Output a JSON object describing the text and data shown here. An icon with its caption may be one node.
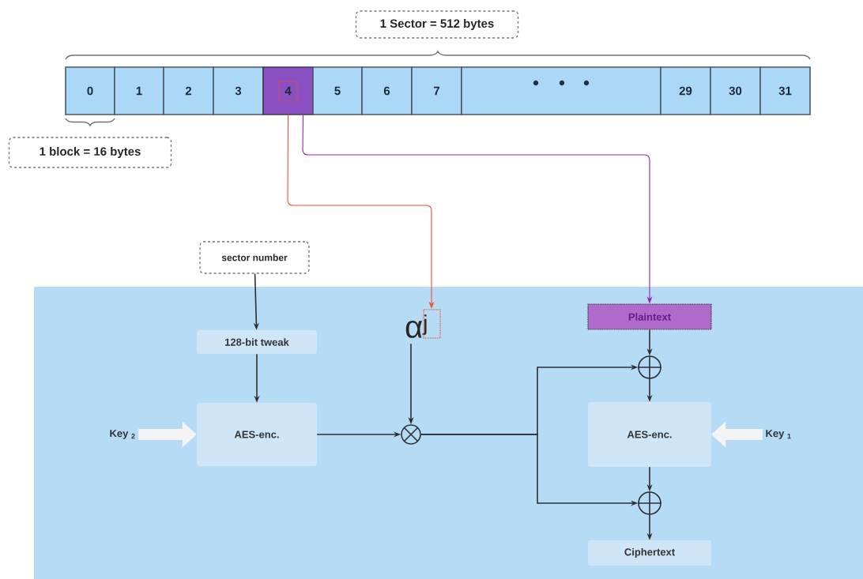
{
  "diagram": {
    "nodes": [
      {
        "text": [
          "1 Sector = 512 bytes"
        ]
      },
      {
        "text": [
          "1 block = 16 bytes"
        ]
      },
      {
        "text": [
          "0"
        ]
      },
      {
        "text": [
          "1"
        ]
      },
      {
        "text": [
          "2"
        ]
      },
      {
        "text": [
          "3"
        ]
      },
      {
        "text": [
          "4"
        ]
      },
      {
        "text": [
          "5"
        ]
      },
      {
        "text": [
          "6"
        ]
      },
      {
        "text": [
          "7"
        ]
      },
      {
        "text": [],
        "shape": "box"
      },
      {
        "text": [
          "29"
        ]
      },
      {
        "text": [
          "30"
        ]
      },
      {
        "text": [
          "31"
        ]
      },
      {
        "text": [],
        "shape": "box"
      },
      {
        "text": [
          "sector number"
        ]
      },
      {
        "text": [
          "128-bit tweak"
        ],
        "in": 14
      },
      {
        "text": [
          "AES-enc."
        ],
        "in": 14
      },
      {
        "text": [
          "Key $_{2}$"
        ],
        "in": 14
      },
      {
        "text": [
          "α$^{j}$"
        ],
        "in": 14
      },
      {
        "text": [],
        "shape": "circle",
        "in": 14
      },
      {
        "text": [
          "Plaintext"
        ],
        "in": 14
      },
      {
        "text": [],
        "shape": "circle",
        "in": 14
      },
      {
        "text": [
          "AES-enc."
        ],
        "in": 14
      },
      {
        "text": [
          "Key $_{1}$"
        ],
        "in": 14
      },
      {
        "text": [],
        "shape": "circle",
        "in": 14
      },
      {
        "text": [
          "Ciphertext"
        ],
        "in": 14
      }
    ],
    "edges": [
      {
        "from": 6,
        "to": 19,
        "arrow": "to",
        "color": "#f04e2a"
      },
      {
        "from": 6,
        "to": 21,
        "arrow": "to",
        "color": "#9b1fb5"
      },
      {
        "from": 15,
        "to": 16,
        "arrow": "to"
      },
      {
        "from": 16,
        "to": 17,
        "arrow": "to"
      },
      {
        "from": 18,
        "to": 17,
        "arrow": "to",
        "style": "thick",
        "color": "#f4f4f4"
      },
      {
        "from": 17,
        "to": 20,
        "arrow": "to"
      },
      {
        "from": 19,
        "to": 20,
        "arrow": "to"
      },
      {
        "from": 20,
        "to": 22,
        "arrow": "to"
      },
      {
        "from": 20,
        "to": 25,
        "arrow": "to"
      },
      {
        "from": 21,
        "to": 22,
        "arrow": "to"
      },
      {
        "from": 22,
        "to": 23,
        "arrow": "to"
      },
      {
        "from": 24,
        "to": 23,
        "arrow": "to",
        "style": "thick",
        "color": "#f4f4f4"
      },
      {
        "from": 23,
        "to": 25,
        "arrow": "to"
      },
      {
        "from": 25,
        "to": 26,
        "arrow": "to"
      }
    ]
  }
}
